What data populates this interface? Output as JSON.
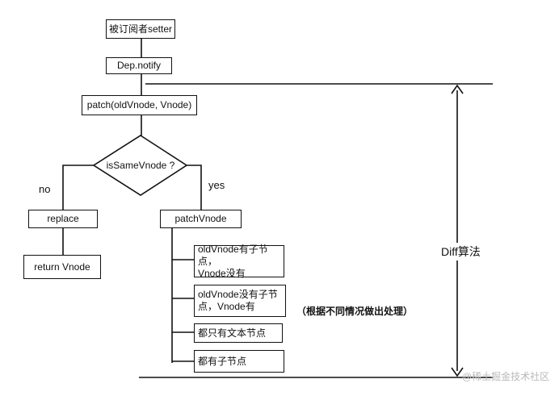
{
  "nodes": {
    "subscriber_setter": "被订阅者setter",
    "dep_notify": "Dep.notify",
    "patch": "patch(oldVnode, Vnode)",
    "is_same_vnode": "isSameVnode ?",
    "replace": "replace",
    "return_vnode": "return Vnode",
    "patch_vnode": "patchVnode",
    "case1_line1": "oldVnode有子节点，",
    "case1_line2": "Vnode没有",
    "case2_line1": "oldVnode没有子节",
    "case2_line2": "点，Vnode有",
    "case3": "都只有文本节点",
    "case4": "都有子节点"
  },
  "labels": {
    "no": "no",
    "yes": "yes",
    "diff_algorithm": "Diff算法",
    "case_note": "（根据不同情况做出处理）"
  },
  "watermark": "@稀土掘金技术社区"
}
